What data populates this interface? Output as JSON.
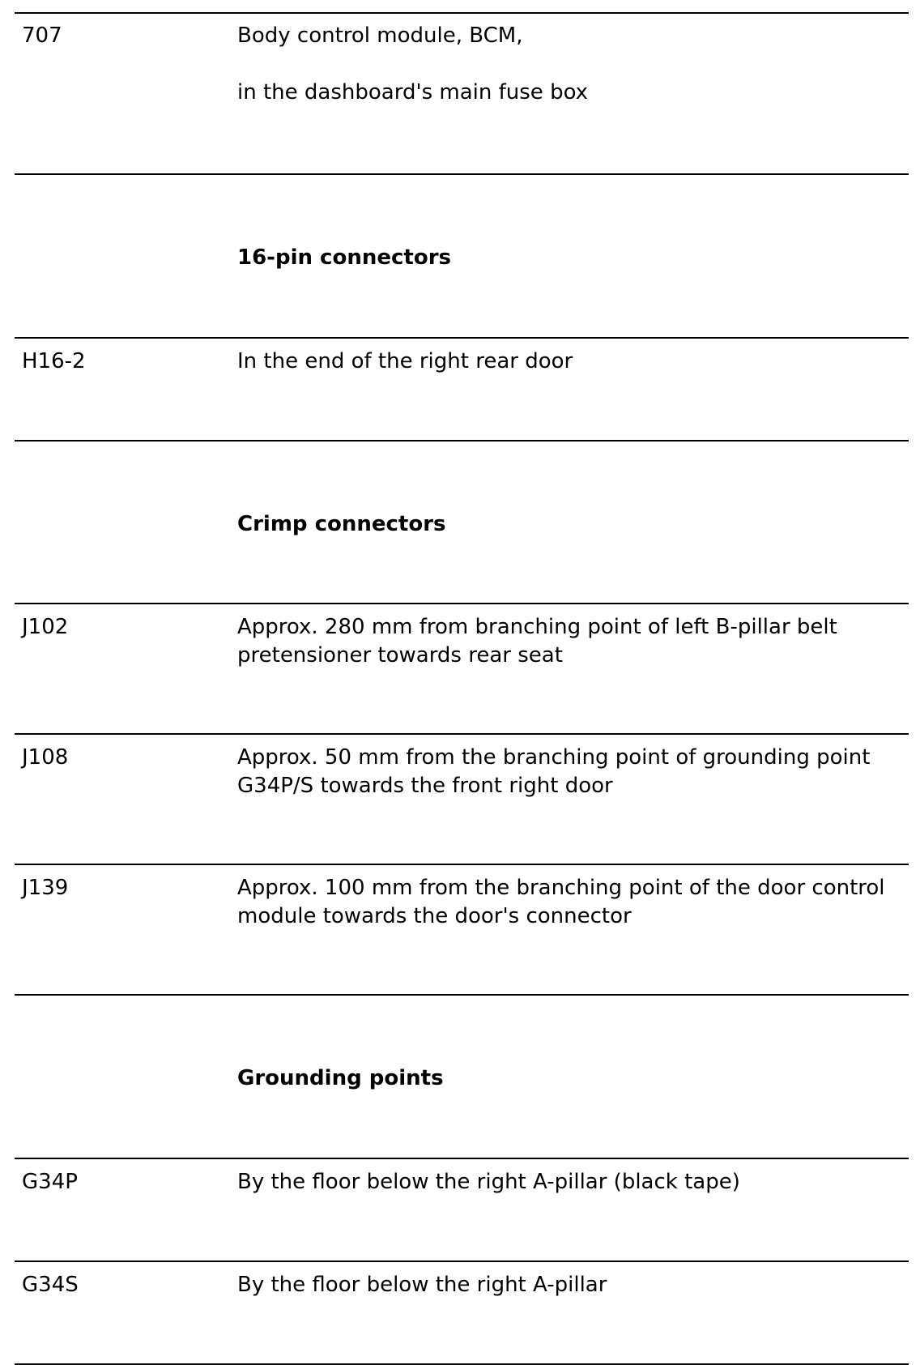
{
  "rows": [
    {
      "code": "707",
      "line1": "Body control module, BCM,",
      "line2": "in the dashboard's main fuse box"
    },
    {
      "heading": "16-pin connectors"
    },
    {
      "code": "H16-2",
      "description": "In the end of the right rear door"
    },
    {
      "heading": "Crimp connectors"
    },
    {
      "code": "J102",
      "description": "Approx. 280 mm from branching point of left B-pillar belt pretensioner towards rear seat"
    },
    {
      "code": "J108",
      "description": "Approx. 50 mm from the branching point of grounding point G34P/S towards the front right door"
    },
    {
      "code": "J139",
      "description": "Approx. 100 mm from the branching point of the door control module towards the door's connector"
    },
    {
      "heading": "Grounding points"
    },
    {
      "code": "G34P",
      "description": "By the floor below the right A-pillar (black tape)"
    },
    {
      "code": "G34S",
      "description": "By the floor below the right A-pillar"
    }
  ]
}
